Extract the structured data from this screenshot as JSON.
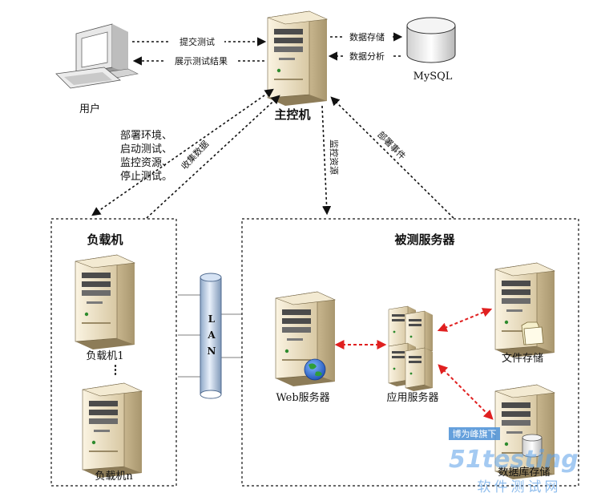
{
  "user": {
    "label": "用户"
  },
  "master": {
    "label": "主控机"
  },
  "mysql": {
    "label": "MySQL"
  },
  "arrows": {
    "submit_test": "提交测试",
    "show_results": "展示测试结果",
    "data_store": "数据存储",
    "data_analysis": "数据分析",
    "collect_data": "收集数据",
    "monitor_resources": "监控资源",
    "mystery": "部署事件"
  },
  "commands": [
    "部署环境、",
    "启动测试、",
    "监控资源、",
    "停止测试。"
  ],
  "load_group": {
    "title": "负载机",
    "machine_1": "负载机1",
    "dots": "⋮",
    "machine_n": "负载机n"
  },
  "lan": {
    "letters": [
      "L",
      "A",
      "N"
    ]
  },
  "servers_group": {
    "title": "被测服务器",
    "web": "Web服务器",
    "app": "应用服务器",
    "file": "文件存储",
    "db": "数据库存储"
  },
  "watermark": {
    "top": "博为峰旗下",
    "logo": "51testing",
    "bottom": "软件测试网"
  },
  "colors": {
    "server_body": "#e9dcc0",
    "lan_pipe": "#b9cde6",
    "red_arrow": "#e02020"
  }
}
